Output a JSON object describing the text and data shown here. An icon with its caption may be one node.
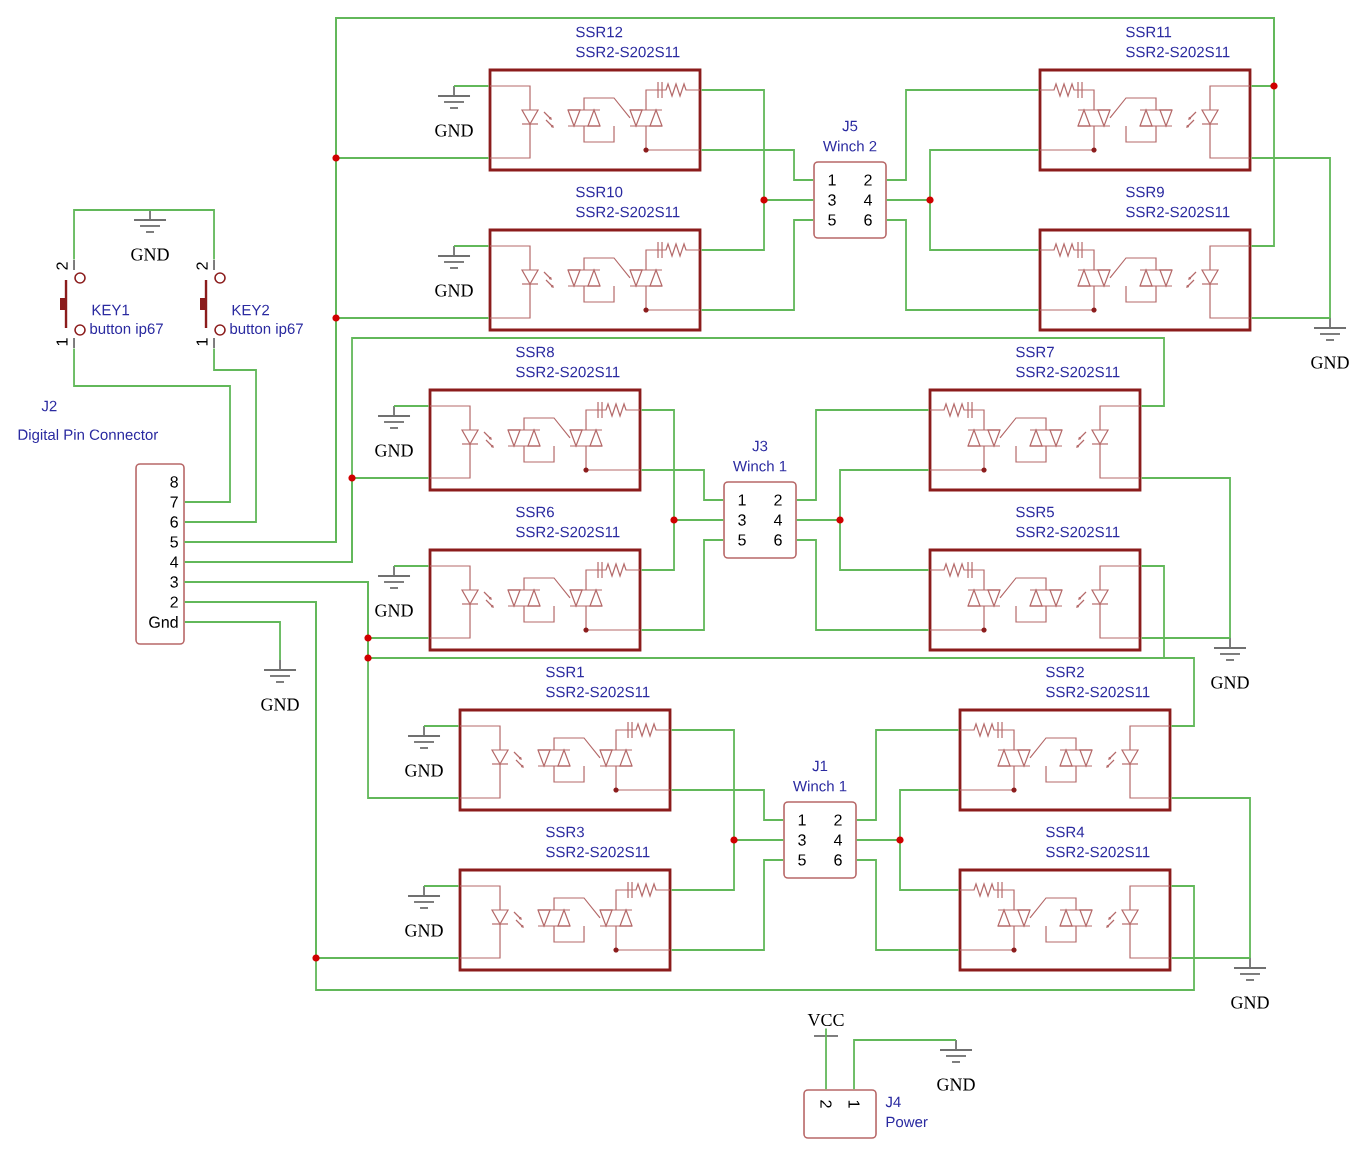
{
  "diagram": {
    "nodes": [
      {
        "text": [
          "KEY1",
          "button ip67",
          "2",
          "1"
        ]
      },
      {
        "text": [
          "KEY2",
          "button ip67",
          "2",
          "1"
        ]
      },
      {
        "text": [
          "J2",
          "Digital Pin Connector",
          "8",
          "7",
          "6",
          "5",
          "4",
          "3",
          "2",
          "Gnd"
        ]
      },
      {
        "text": [
          "SSR12",
          "SSR2-S202S11"
        ]
      },
      {
        "text": [
          "SSR11",
          "SSR2-S202S11"
        ]
      },
      {
        "text": [
          "J5",
          "Winch 2",
          "1",
          "2",
          "3",
          "4",
          "5",
          "6"
        ]
      },
      {
        "text": [
          "SSR10",
          "SSR2-S202S11"
        ]
      },
      {
        "text": [
          "SSR9",
          "SSR2-S202S11"
        ]
      },
      {
        "text": [
          "SSR8",
          "SSR2-S202S11"
        ]
      },
      {
        "text": [
          "SSR7",
          "SSR2-S202S11"
        ]
      },
      {
        "text": [
          "J3",
          "Winch 1",
          "1",
          "2",
          "3",
          "4",
          "5",
          "6"
        ]
      },
      {
        "text": [
          "SSR6",
          "SSR2-S202S11"
        ]
      },
      {
        "text": [
          "SSR5",
          "SSR2-S202S11"
        ]
      },
      {
        "text": [
          "SSR1",
          "SSR2-S202S11"
        ]
      },
      {
        "text": [
          "SSR2",
          "SSR2-S202S11"
        ]
      },
      {
        "text": [
          "J1",
          "Winch 1",
          "1",
          "2",
          "3",
          "4",
          "5",
          "6"
        ]
      },
      {
        "text": [
          "SSR3",
          "SSR2-S202S11"
        ]
      },
      {
        "text": [
          "SSR4",
          "SSR2-S202S11"
        ]
      },
      {
        "text": [
          "VCC"
        ]
      },
      {
        "text": [
          "J4",
          "Power",
          "2",
          "1"
        ]
      },
      {
        "text": [
          "GND"
        ]
      },
      {
        "text": [
          "GND"
        ]
      },
      {
        "text": [
          "GND"
        ]
      },
      {
        "text": [
          "GND"
        ]
      },
      {
        "text": [
          "GND"
        ]
      },
      {
        "text": [
          "GND"
        ]
      },
      {
        "text": [
          "GND"
        ]
      },
      {
        "text": [
          "GND"
        ]
      },
      {
        "text": [
          "GND"
        ]
      },
      {
        "text": [
          "GND"
        ]
      },
      {
        "text": [
          "GND"
        ]
      },
      {
        "text": [
          "GND"
        ]
      }
    ],
    "edges": [
      {
        "from": 21,
        "to": 0,
        "arrow": "none"
      },
      {
        "from": 21,
        "to": 1,
        "arrow": "none"
      },
      {
        "from": 0,
        "to": 2,
        "arrow": "none"
      },
      {
        "from": 1,
        "to": 2,
        "arrow": "none"
      },
      {
        "from": 2,
        "to": 27,
        "arrow": "none"
      },
      {
        "from": 2,
        "to": 3,
        "arrow": "none"
      },
      {
        "from": 2,
        "to": 4,
        "arrow": "none"
      },
      {
        "from": 2,
        "to": 6,
        "arrow": "none"
      },
      {
        "from": 2,
        "to": 7,
        "arrow": "none"
      },
      {
        "from": 2,
        "to": 8,
        "arrow": "none"
      },
      {
        "from": 2,
        "to": 9,
        "arrow": "none"
      },
      {
        "from": 2,
        "to": 11,
        "arrow": "none"
      },
      {
        "from": 2,
        "to": 12,
        "arrow": "none"
      },
      {
        "from": 2,
        "to": 13,
        "arrow": "none"
      },
      {
        "from": 2,
        "to": 14,
        "arrow": "none"
      },
      {
        "from": 2,
        "to": 16,
        "arrow": "none"
      },
      {
        "from": 2,
        "to": 17,
        "arrow": "none"
      },
      {
        "from": 3,
        "to": 5,
        "arrow": "none"
      },
      {
        "from": 3,
        "to": 5,
        "arrow": "none"
      },
      {
        "from": 6,
        "to": 5,
        "arrow": "none"
      },
      {
        "from": 6,
        "to": 5,
        "arrow": "none"
      },
      {
        "from": 4,
        "to": 5,
        "arrow": "none"
      },
      {
        "from": 4,
        "to": 5,
        "arrow": "none"
      },
      {
        "from": 7,
        "to": 5,
        "arrow": "none"
      },
      {
        "from": 7,
        "to": 5,
        "arrow": "none"
      },
      {
        "from": 8,
        "to": 10,
        "arrow": "none"
      },
      {
        "from": 8,
        "to": 10,
        "arrow": "none"
      },
      {
        "from": 11,
        "to": 10,
        "arrow": "none"
      },
      {
        "from": 11,
        "to": 10,
        "arrow": "none"
      },
      {
        "from": 9,
        "to": 10,
        "arrow": "none"
      },
      {
        "from": 9,
        "to": 10,
        "arrow": "none"
      },
      {
        "from": 12,
        "to": 10,
        "arrow": "none"
      },
      {
        "from": 12,
        "to": 10,
        "arrow": "none"
      },
      {
        "from": 13,
        "to": 15,
        "arrow": "none"
      },
      {
        "from": 13,
        "to": 15,
        "arrow": "none"
      },
      {
        "from": 16,
        "to": 15,
        "arrow": "none"
      },
      {
        "from": 16,
        "to": 15,
        "arrow": "none"
      },
      {
        "from": 14,
        "to": 15,
        "arrow": "none"
      },
      {
        "from": 14,
        "to": 15,
        "arrow": "none"
      },
      {
        "from": 17,
        "to": 15,
        "arrow": "none"
      },
      {
        "from": 17,
        "to": 15,
        "arrow": "none"
      },
      {
        "from": 3,
        "to": 20,
        "arrow": "none"
      },
      {
        "from": 6,
        "to": 22,
        "arrow": "none"
      },
      {
        "from": 4,
        "to": 23,
        "arrow": "none"
      },
      {
        "from": 7,
        "to": 23,
        "arrow": "none"
      },
      {
        "from": 8,
        "to": 24,
        "arrow": "none"
      },
      {
        "from": 11,
        "to": 25,
        "arrow": "none"
      },
      {
        "from": 9,
        "to": 26,
        "arrow": "none"
      },
      {
        "from": 12,
        "to": 26,
        "arrow": "none"
      },
      {
        "from": 13,
        "to": 28,
        "arrow": "none"
      },
      {
        "from": 16,
        "to": 29,
        "arrow": "none"
      },
      {
        "from": 14,
        "to": 30,
        "arrow": "none"
      },
      {
        "from": 17,
        "to": 30,
        "arrow": "none"
      },
      {
        "from": 19,
        "to": 18,
        "arrow": "none"
      },
      {
        "from": 19,
        "to": 31,
        "arrow": "none"
      }
    ]
  }
}
